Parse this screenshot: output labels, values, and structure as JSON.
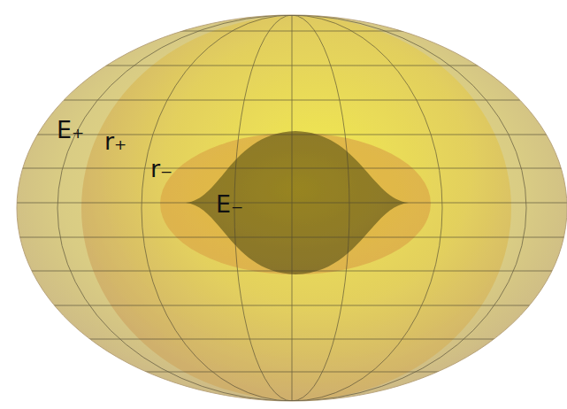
{
  "diagram": {
    "labels": [
      "E₊",
      "r₊",
      "r₋",
      "E₋"
    ]
  }
}
